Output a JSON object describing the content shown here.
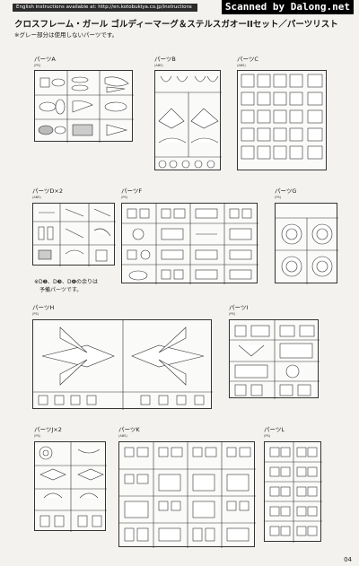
{
  "header": {
    "instructions_text": "English instructions available at: http://en.kotobukiya.co.jp/instructions",
    "scan_credit": "Scanned by Dalong.net"
  },
  "title": "クロスフレーム・ガール ゴルディーマーグ＆ステルスガオーIIセット／パーツリスト",
  "subtitle": "※グレー部分は使用しないパーツです。",
  "parts": {
    "A": {
      "label": "パーツA",
      "material": "(PS)"
    },
    "B": {
      "label": "パーツB",
      "material": "(ABS)"
    },
    "C": {
      "label": "パーツC",
      "material": "(ABS)"
    },
    "D": {
      "label": "パーツD×2",
      "material": "(ABS)"
    },
    "F": {
      "label": "パーツF",
      "material": "(PS)"
    },
    "G": {
      "label": "パーツG",
      "material": "(PS)"
    },
    "H": {
      "label": "パーツH",
      "material": "(PS)"
    },
    "I": {
      "label": "パーツI",
      "material": "(PS)"
    },
    "J": {
      "label": "パーツJ×2",
      "material": "(PS)"
    },
    "K": {
      "label": "パーツK",
      "material": "(ABS)"
    },
    "L": {
      "label": "パーツL",
      "material": "(PS)"
    }
  },
  "spare_note": {
    "line1": "※D❷、D❸、D❹の余りは",
    "line2": "予備パーツです。"
  },
  "page_number": "04"
}
